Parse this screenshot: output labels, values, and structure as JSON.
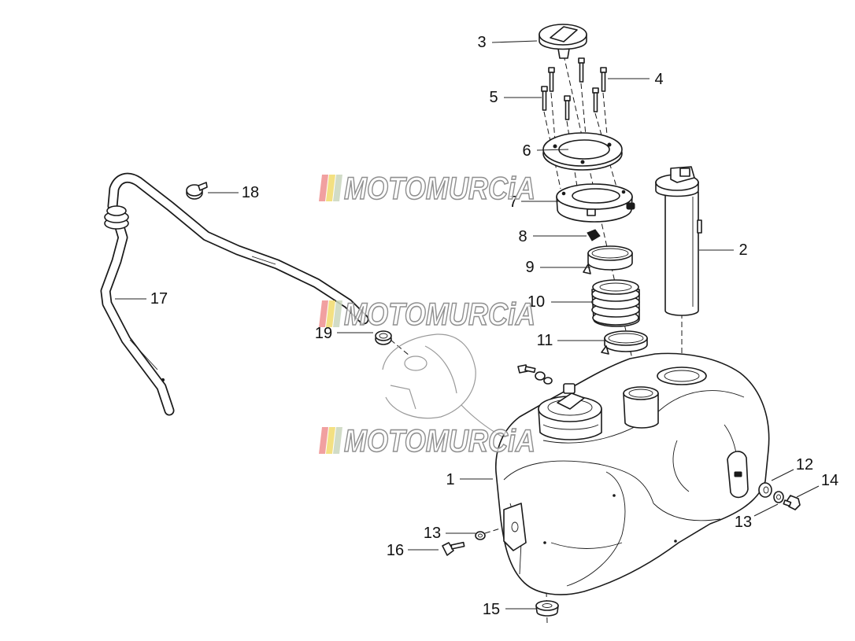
{
  "callouts": [
    "1",
    "2",
    "3",
    "4",
    "5",
    "6",
    "7",
    "8",
    "9",
    "10",
    "11",
    "12",
    "13",
    "13",
    "14",
    "15",
    "16",
    "17",
    "18",
    "19"
  ],
  "watermark": {
    "text": "MOTOMURCiA",
    "stripe_colors": [
      "#ef8f8f",
      "#f1db6c",
      "#c9d6bd"
    ]
  },
  "colors": {
    "line": "#1a1a1a",
    "background": "#ffffff",
    "watermark_outline": "#8f8f8f"
  }
}
